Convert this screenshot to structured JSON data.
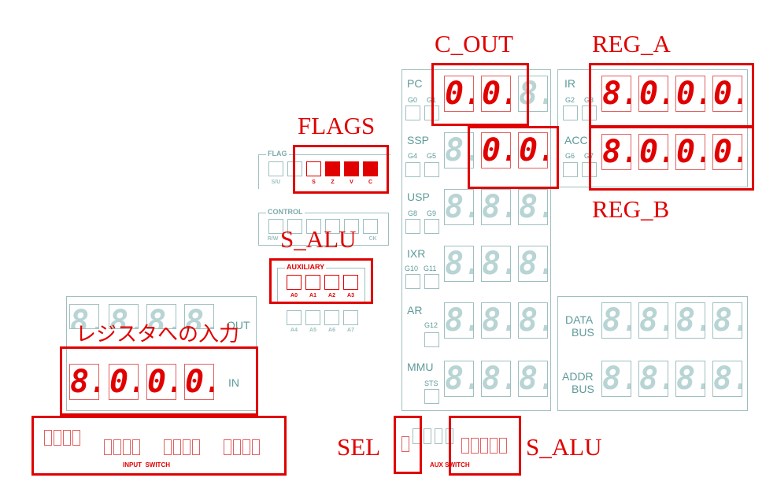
{
  "annotations": {
    "c_out": "C_OUT",
    "reg_a": "REG_A",
    "flags": "FLAGS",
    "reg_b": "REG_B",
    "s_alu_top": "S_ALU",
    "input_label": "レジスタへの入力",
    "sel": "SEL",
    "s_alu_bottom": "S_ALU"
  },
  "registers": {
    "pc": {
      "label": "PC",
      "g1": "G0",
      "g2": "G1",
      "digits": [
        "0.",
        "0.",
        "8."
      ]
    },
    "ssp": {
      "label": "SSP",
      "g1": "G4",
      "g2": "G5",
      "digits": [
        "8.",
        "0.",
        "0."
      ]
    },
    "usp": {
      "label": "USP",
      "g1": "G8",
      "g2": "G9",
      "digits": [
        "8.",
        "8.",
        "8."
      ]
    },
    "ixr": {
      "label": "IXR",
      "g1": "G10",
      "g2": "G11",
      "digits": [
        "8.",
        "8.",
        "8."
      ]
    },
    "ar": {
      "label": "AR",
      "g1": "G12",
      "digits": [
        "8.",
        "8.",
        "8."
      ]
    },
    "mmu": {
      "label": "MMU",
      "g1": "STS",
      "digits": [
        "8.",
        "8.",
        "8."
      ]
    },
    "ir": {
      "label": "IR",
      "g1": "G2",
      "g2": "G3",
      "digits": [
        "8.",
        "0.",
        "0.",
        "0."
      ]
    },
    "acc": {
      "label": "ACC",
      "g1": "G6",
      "g2": "G7",
      "digits": [
        "8.",
        "0.",
        "0.",
        "0."
      ]
    },
    "data_bus": {
      "label1": "DATA",
      "label2": "BUS",
      "digits": [
        "8.",
        "8.",
        "8.",
        "8."
      ]
    },
    "addr_bus": {
      "label1": "ADDR",
      "label2": "BUS",
      "digits": [
        "8.",
        "8.",
        "8.",
        "8."
      ]
    }
  },
  "flag_group": {
    "title": "FLAG",
    "labels": [
      "S/U",
      "",
      "S",
      "Z",
      "V",
      "C"
    ]
  },
  "control_group": {
    "title": "CONTROL",
    "labels": [
      "R/W",
      "",
      "",
      "",
      "",
      "CK"
    ]
  },
  "aux_group": {
    "title": "AUXILIARY",
    "row1": [
      "A0",
      "A1",
      "A2",
      "A3"
    ],
    "row2": [
      "A4",
      "A5",
      "A6",
      "A7"
    ]
  },
  "io": {
    "out_label": "OUT",
    "in_label": "IN",
    "out_digits": [
      "8.",
      "8.",
      "8.",
      "8."
    ],
    "in_digits": [
      "8.",
      "0.",
      "0.",
      "0."
    ]
  },
  "switches": {
    "input_switch_label": "INPUT  SWITCH",
    "aux_switch_label": "AUX SWITCH"
  }
}
